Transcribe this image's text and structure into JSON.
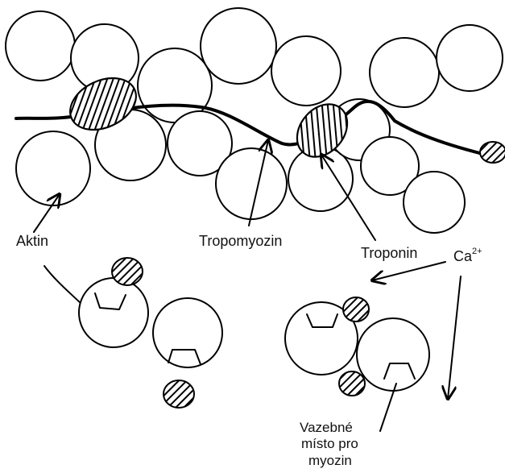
{
  "labels": {
    "actin": "Aktin",
    "tropomyosin": "Tropomyozin",
    "troponin": "Troponin",
    "calcium_base": "Ca",
    "calcium_charge": "2+",
    "binding_site_line1": "Vazebné",
    "binding_site_line2": "místo pro",
    "binding_site_line3": "myozin"
  },
  "colors": {
    "ink": "#000000",
    "background": "#ffffff"
  }
}
